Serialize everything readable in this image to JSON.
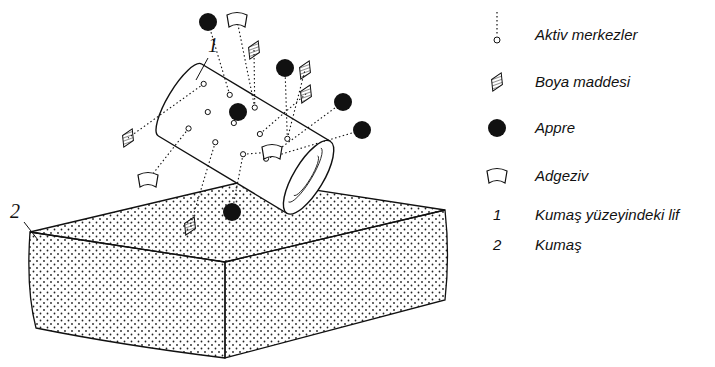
{
  "diagram": {
    "labels": [
      "1",
      "2",
      "1",
      "Kumaş yüzeyindeki lif",
      "2",
      "Kumaş"
    ],
    "legend": [
      {
        "text": "Aktiv merkezler"
      },
      {
        "text": "Boya maddesi"
      },
      {
        "text": "Appre"
      },
      {
        "text": "Adgeziv"
      }
    ]
  }
}
